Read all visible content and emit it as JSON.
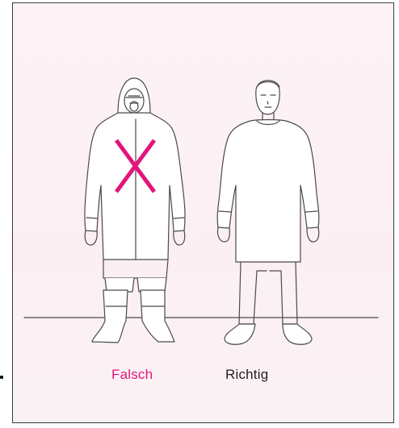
{
  "captions": {
    "wrong": "Falsch",
    "right": "Richtig"
  },
  "colors": {
    "wrong_accent": "#e3157b",
    "text": "#222222",
    "outline": "#4a4a4a",
    "background": "#fbeff3"
  },
  "icons": [
    "figure-full-protective-suit",
    "figure-simple-gown",
    "cross-mark"
  ]
}
